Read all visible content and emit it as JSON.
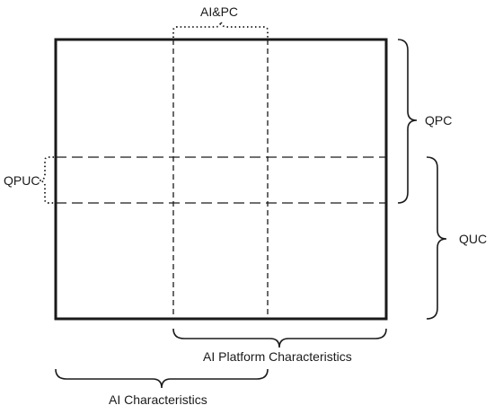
{
  "labels": {
    "ai_pc": "AI&PC",
    "qpc": "QPC",
    "quc": "QUC",
    "qpuc": "QPUC",
    "ai_platform": "AI Platform Characteristics",
    "ai_characteristics": "AI Characteristics"
  },
  "colors": {
    "stroke": "#1a1a1a",
    "background": "#ffffff"
  }
}
